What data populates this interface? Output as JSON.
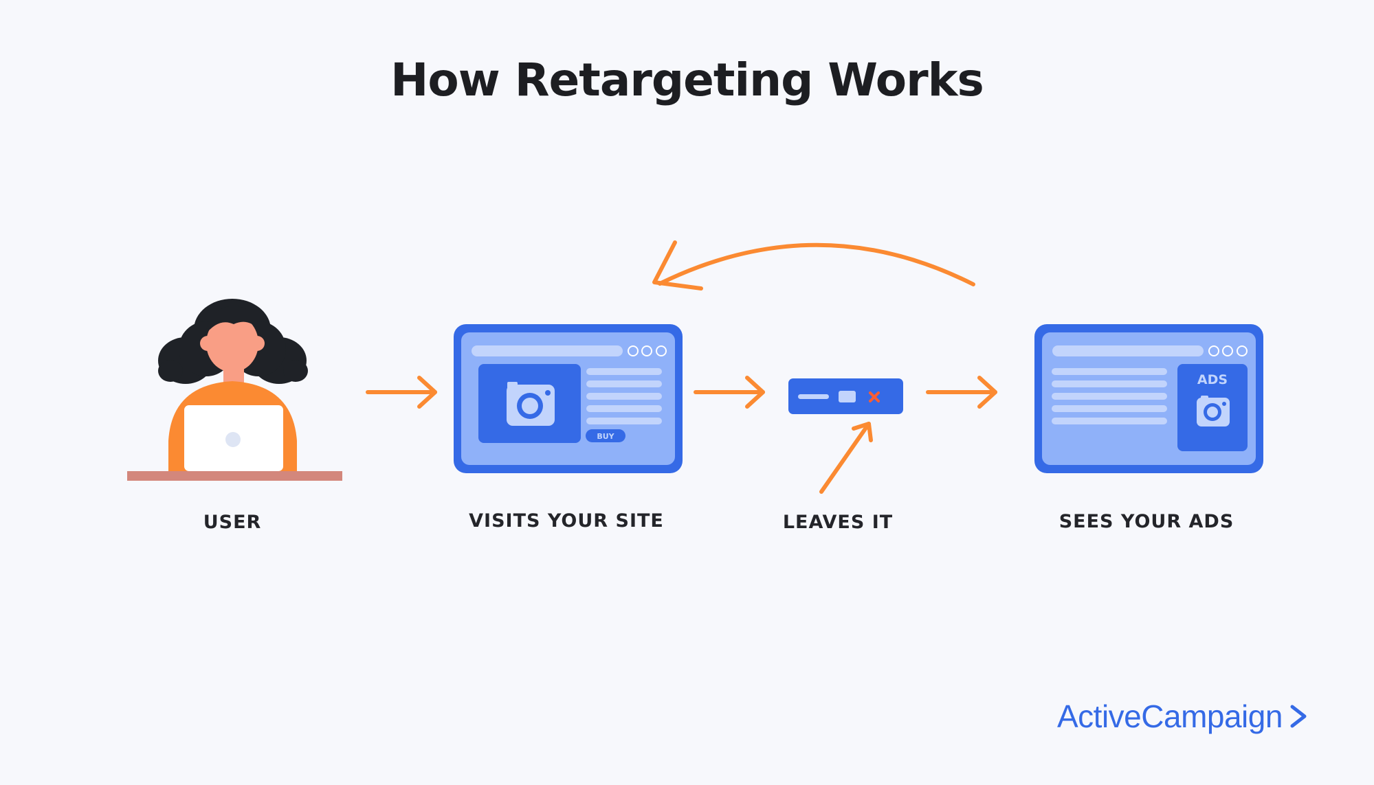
{
  "title": "How Retargeting Works",
  "steps": [
    {
      "label": "USER",
      "icon": "person-laptop-icon"
    },
    {
      "label": "VISITS YOUR SITE",
      "icon": "website-window-icon"
    },
    {
      "label": "LEAVES IT",
      "icon": "close-bar-icon"
    },
    {
      "label": "SEES YOUR ADS",
      "icon": "ads-window-icon"
    }
  ],
  "site_window": {
    "buy_label": "BUY"
  },
  "ads_window": {
    "ads_label": "ADS"
  },
  "brand": {
    "name": "ActiveCampaign"
  },
  "colors": {
    "arrow": "#fb8a32",
    "window_blue": "#356ae6",
    "window_light": "#8fb1f9",
    "bar_light": "#c2d4fc",
    "hair": "#1f2227",
    "skin": "#f99e85",
    "shirt": "#fb8a32",
    "desk": "#d3877c",
    "close_x": "#fb5d32"
  }
}
